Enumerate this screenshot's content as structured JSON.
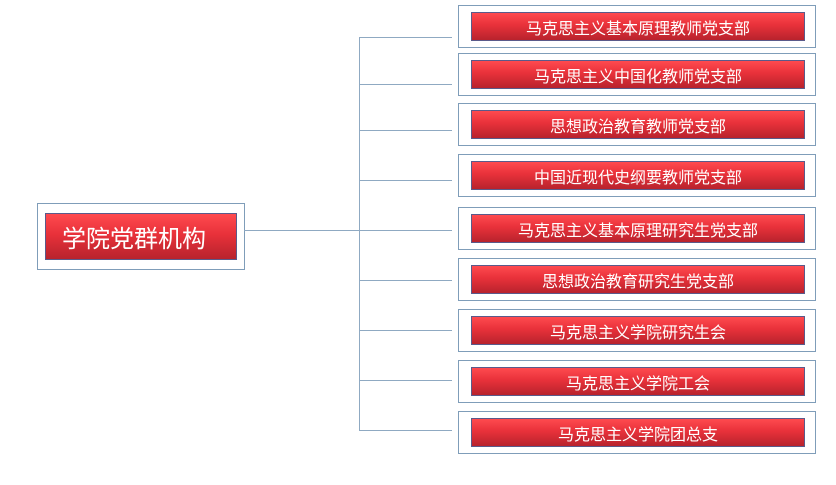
{
  "root": {
    "label": "学院党群机构"
  },
  "children": [
    {
      "label": "马克思主义基本原理教师党支部"
    },
    {
      "label": "马克思主义中国化教师党支部"
    },
    {
      "label": "思想政治教育教师党支部"
    },
    {
      "label": "中国近现代史纲要教师党支部"
    },
    {
      "label": "马克思主义基本原理研究生党支部"
    },
    {
      "label": "思想政治教育研究生党支部"
    },
    {
      "label": "马克思主义学院研究生会"
    },
    {
      "label": "马克思主义学院工会"
    },
    {
      "label": "马克思主义学院团总支"
    }
  ]
}
